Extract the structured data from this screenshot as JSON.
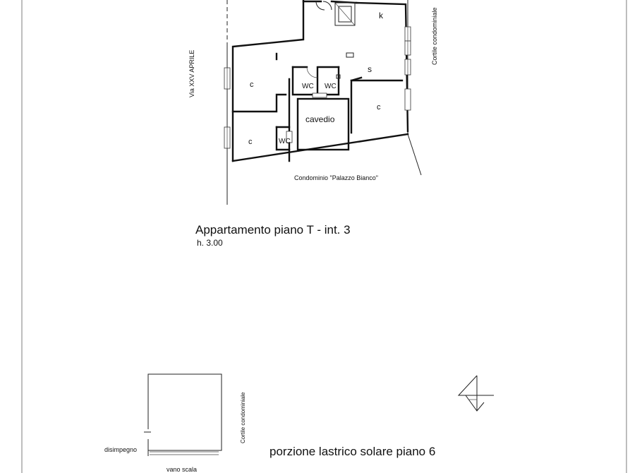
{
  "plan_ground": {
    "rooms": {
      "k": "k",
      "s": "s",
      "c1": "c",
      "c2": "c",
      "c3": "c",
      "wc1": "WC",
      "wc2": "WC",
      "wc3": "WC",
      "cavedio": "cavedio"
    },
    "street_left": "Via XXV APRILE",
    "courtyard_right": "Cortile condominiale",
    "neighbor_bottom": "Condominio \"Palazzo Bianco\"",
    "title": "Appartamento piano T - int. 3",
    "height": "h. 3.00"
  },
  "plan_roof": {
    "courtyard": "Cortile condominiale",
    "disimpegno": "disimpegno",
    "vano_scala": "vano scala",
    "title": "porzione lastrico solare piano 6"
  },
  "colors": {
    "ink": "#111111",
    "paper": "#ffffff"
  },
  "icons": {
    "north": "north-arrow-icon"
  }
}
